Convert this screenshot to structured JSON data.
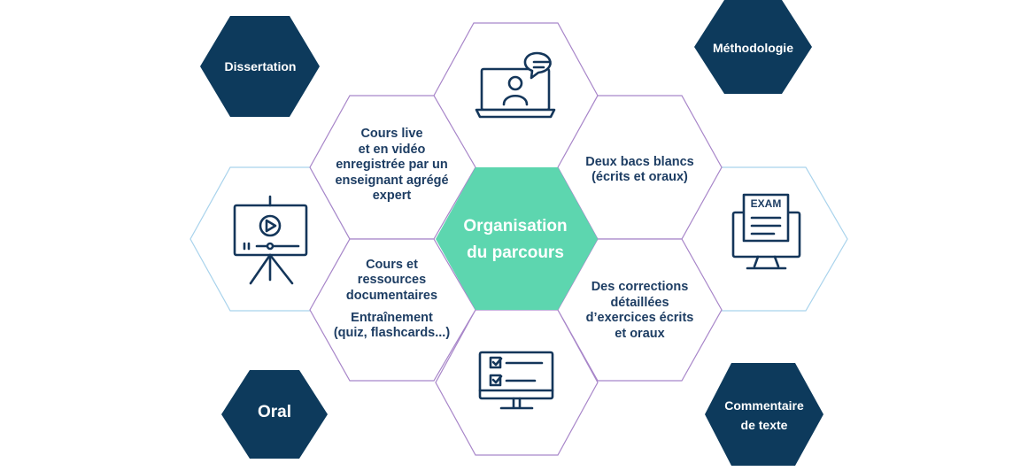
{
  "center": {
    "lines": [
      "Organisation",
      "du parcours"
    ]
  },
  "corners": {
    "dissertation": "Dissertation",
    "methodologie": "Méthodologie",
    "oral": "Oral",
    "commentaire": [
      "Commentaire",
      "de texte"
    ]
  },
  "cells": {
    "cours_live": [
      "Cours live",
      "et en vidéo",
      "enregistrée par un",
      "enseignant agrégé",
      "expert"
    ],
    "bacs_blancs": [
      "Deux bacs blancs",
      "(écrits et oraux)"
    ],
    "ressources": [
      "Cours et",
      "ressources",
      "documentaires"
    ],
    "entrainement": [
      "Entraînement",
      "(quiz, flashcards...)"
    ],
    "corrections": [
      "Des corrections",
      "détaillées",
      "d’exercices écrits",
      "et oraux"
    ]
  },
  "icons": {
    "exam_sheet_text": "EXAM",
    "top": "video-call-laptop-icon",
    "left": "video-presentation-easel-icon",
    "right": "exam-monitor-icon",
    "bottom": "checklist-monitor-icon"
  },
  "colors": {
    "navy": "#0d3a5c",
    "center_fill": "#5dd6af",
    "purple_outline": "#a886c9",
    "blue_outline": "#a9d3ec",
    "icon_stroke": "#14365a",
    "text": "#1d3d63"
  }
}
